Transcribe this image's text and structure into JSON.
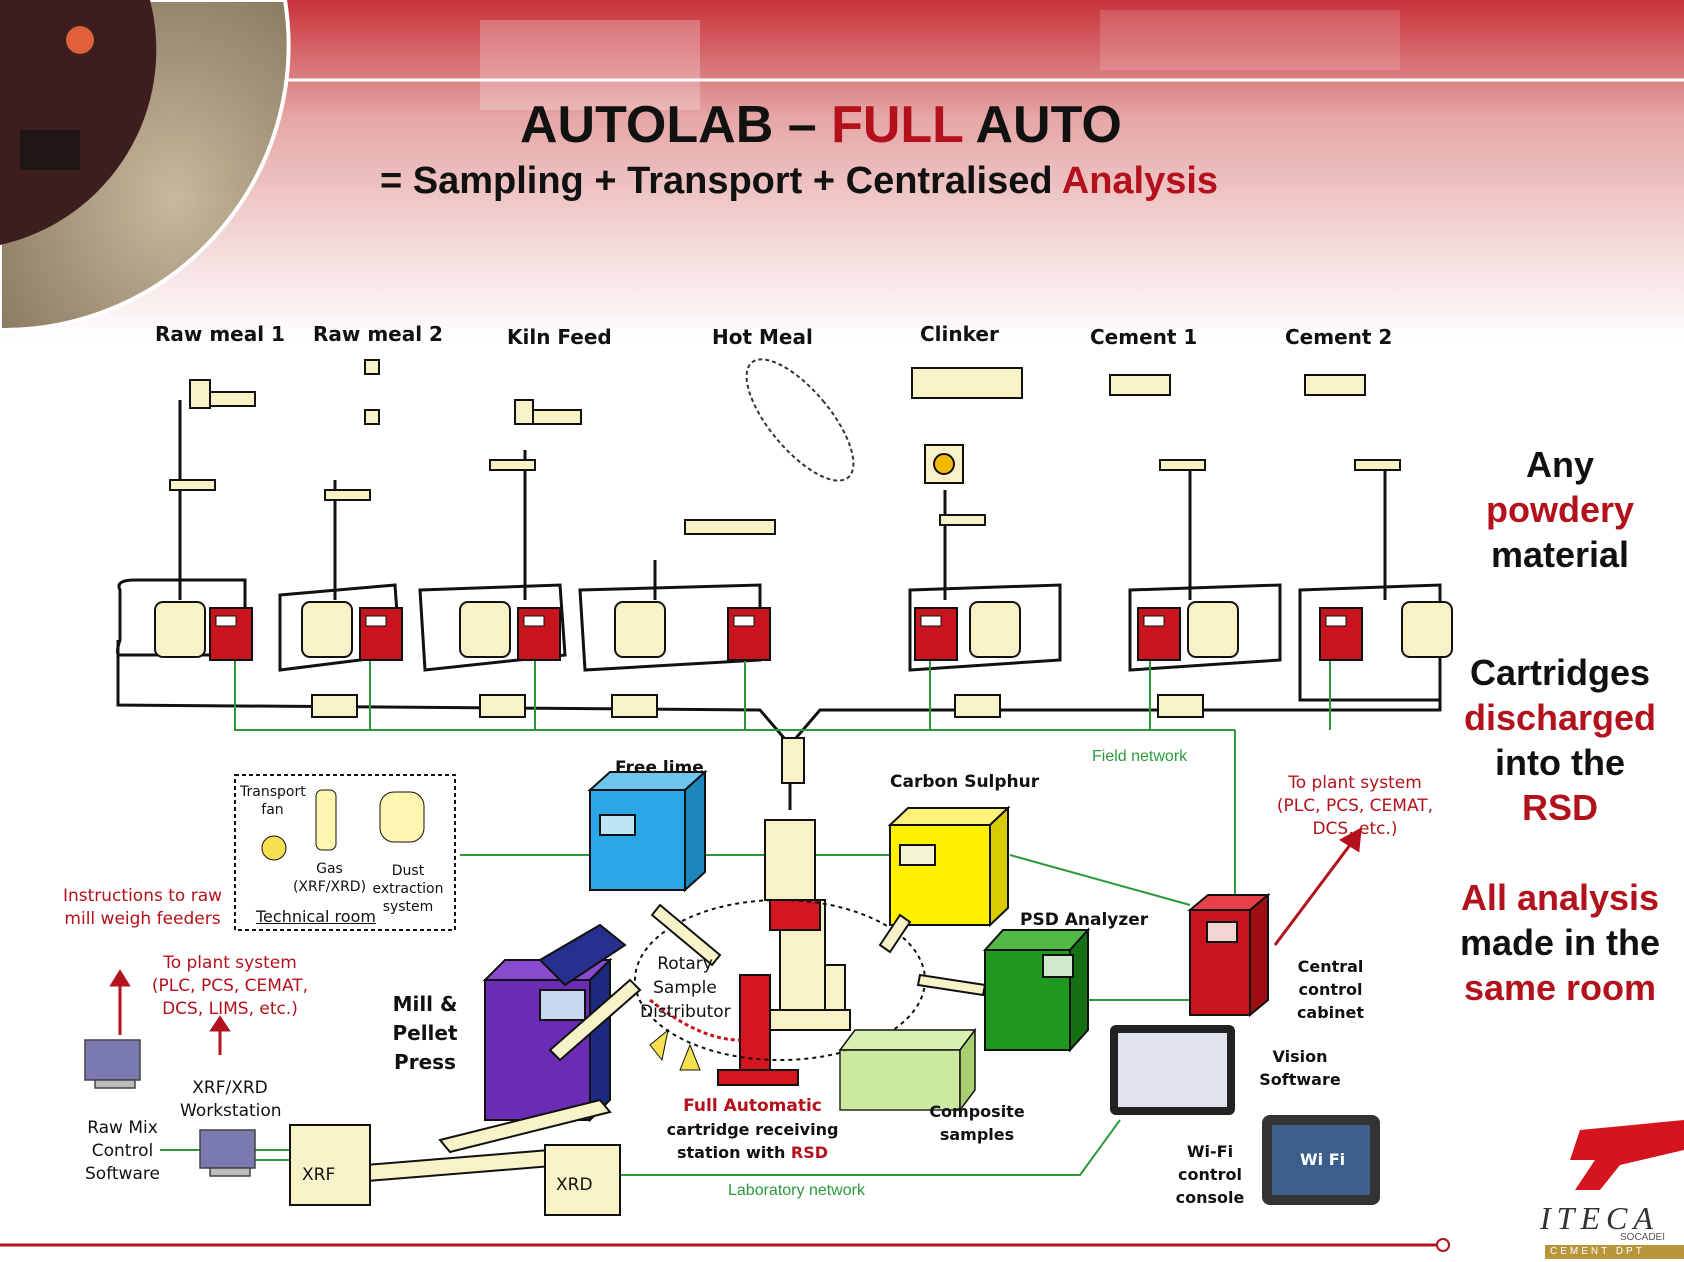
{
  "header": {
    "title_part1": "AUTOLAB – ",
    "title_part2": "FULL",
    "title_part3": " AUTO",
    "subtitle_part1": "= Sampling + Transport + Centralised ",
    "subtitle_part2": "Analysis"
  },
  "sampling_points": [
    "Raw meal 1",
    "Raw meal 2",
    "Kiln Feed",
    "Hot Meal",
    "Clinker",
    "Cement 1",
    "Cement 2"
  ],
  "side_notes": {
    "note1": {
      "line1": "Any",
      "line2": "powdery",
      "line3": "material"
    },
    "note2": {
      "line1": "Cartridges",
      "line2": "discharged",
      "line3": "into the",
      "line4": "RSD"
    },
    "note3": {
      "line1": "All analysis",
      "line2": "made in the",
      "line3": "same room"
    }
  },
  "networks": {
    "field": "Field network",
    "laboratory": "Laboratory network"
  },
  "technical_room": {
    "title": "Technical room",
    "fan": "Transport fan",
    "gas": "Gas (XRF/XRD)",
    "dust": "Dust extraction system"
  },
  "instruments": {
    "free_lime": "Free lime",
    "carbon_sulphur": "Carbon Sulphur",
    "psd": "PSD Analyzer",
    "rsd": "Rotary Sample Distributor",
    "mill": "Mill & Pellet Press",
    "composite": "Composite samples",
    "central": "Central control cabinet",
    "vision": "Vision Software",
    "wifi": "Wi-Fi control console",
    "xrf": "XRF",
    "xrd": "XRD",
    "workstation": "XRF/XRD Workstation",
    "rawmix": "Raw Mix Control Software",
    "wifi_screen": "Wi Fi"
  },
  "receiving_station": {
    "line1": "Full Automatic",
    "line2": "cartridge receiving",
    "line3_a": "station with ",
    "line3_b": "RSD"
  },
  "plant_links": {
    "instructions": "Instructions to raw mill weigh feeders",
    "plant_left": "To plant system (PLC, PCS, CEMAT, DCS, LIMS, etc.)",
    "plant_right": "To plant system (PLC, PCS, CEMAT, DCS, etc.)"
  },
  "logo": {
    "name": "ITECA",
    "sub1": "SOCADEI",
    "sub2": "CEMENT DPT"
  },
  "colors": {
    "accent_red": "#b3111b",
    "network_green": "#2a9a3a",
    "cabinet_red": "#c8141c"
  }
}
